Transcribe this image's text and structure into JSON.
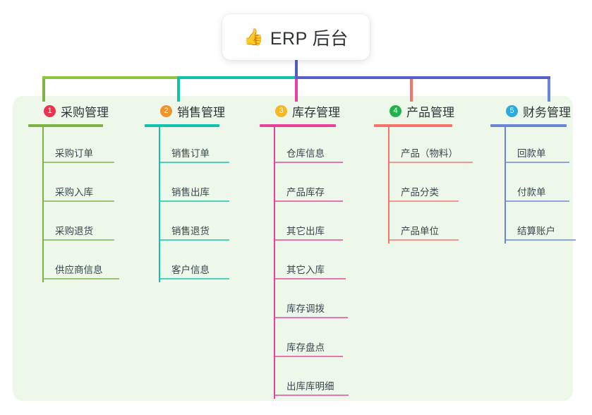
{
  "root": {
    "icon": "thumbs-up",
    "icon_glyph": "👍",
    "label": "ERP 后台"
  },
  "palette": {
    "panel_bg": "#eef8ea",
    "root_stem": "#4f5bc4",
    "col1_line": "#7cb342",
    "col2_line": "#0fc2ac",
    "col3_line": "#e8419a",
    "col4_line": "#f4736b",
    "col5_line": "#6b84d4",
    "bar_green": "#8cc63e",
    "bar_teal": "#0fc2ac",
    "bar_blue": "#5660c8",
    "badge1": "#e8344e",
    "badge2": "#f39228",
    "badge3": "#f5b820",
    "badge4": "#22b14c",
    "badge5": "#29abe2"
  },
  "columns": [
    {
      "number": "1",
      "title": "采购管理",
      "badge_color": "#e8344e",
      "line_color": "#7cb342",
      "items": [
        "采购订单",
        "采购入库",
        "采购退货",
        "供应商信息"
      ]
    },
    {
      "number": "2",
      "title": "销售管理",
      "badge_color": "#f39228",
      "line_color": "#0fc2ac",
      "items": [
        "销售订单",
        "销售出库",
        "销售退货",
        "客户信息"
      ]
    },
    {
      "number": "3",
      "title": "库存管理",
      "badge_color": "#f5b820",
      "line_color": "#e8419a",
      "items": [
        "仓库信息",
        "产品库存",
        "其它出库",
        "其它入库",
        "库存调拨",
        "库存盘点",
        "出库库明细"
      ]
    },
    {
      "number": "4",
      "title": "产品管理",
      "badge_color": "#22b14c",
      "line_color": "#f4736b",
      "items": [
        "产品（物料）",
        "产品分类",
        "产品单位"
      ]
    },
    {
      "number": "5",
      "title": "财务管理",
      "badge_color": "#29abe2",
      "line_color": "#6b84d4",
      "items": [
        "回款单",
        "付款单",
        "结算账户"
      ]
    }
  ]
}
